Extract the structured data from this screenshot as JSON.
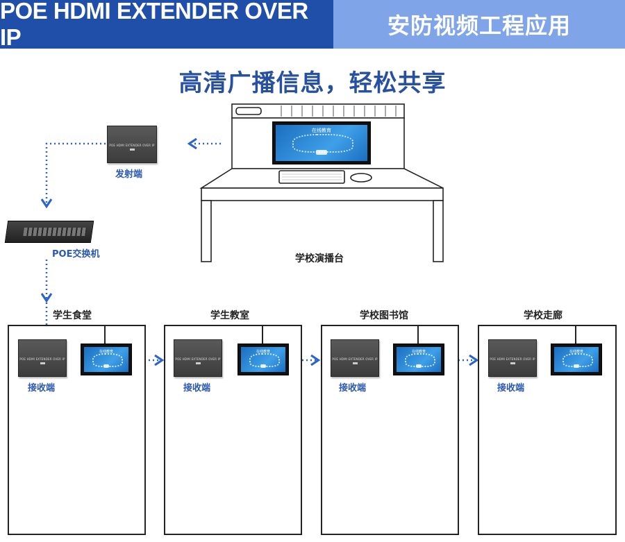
{
  "header": {
    "left_title": "POE HDMI EXTENDER OVER IP",
    "right_title": "安防视频工程应用"
  },
  "headline": "高清广播信息，轻松共享",
  "devices": {
    "transmitter": {
      "label": "发射端",
      "model_text": "POE HDMI EXTENDER OVER IP"
    },
    "switch": {
      "label": "POE交换机"
    },
    "broadcast_desk": {
      "label": "学校演播台"
    },
    "screen_title": "在线教育"
  },
  "venues": [
    {
      "name": "学生食堂",
      "receiver_label": "接收端",
      "model_text": "POE HDMI EXTENDER OVER IP"
    },
    {
      "name": "学生教室",
      "receiver_label": "接收端",
      "model_text": "POE HDMI EXTENDER OVER IP"
    },
    {
      "name": "学校图书馆",
      "receiver_label": "接收端",
      "model_text": "POE HDMI EXTENDER OVER IP"
    },
    {
      "name": "学校走廊",
      "receiver_label": "接收端",
      "model_text": "POE HDMI EXTENDER OVER IP"
    }
  ],
  "colors": {
    "banner_left": "#1f4fa8",
    "banner_right": "#7fa4e8",
    "headline": "#2750a0",
    "link_line": "#2b63c8"
  }
}
